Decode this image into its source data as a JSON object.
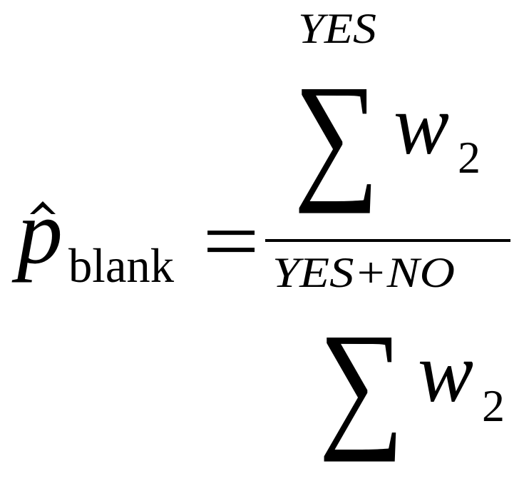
{
  "equation": {
    "lhs": {
      "symbol": "p",
      "accent": "hat",
      "subscript": "blank"
    },
    "relation": "=",
    "numerator": {
      "upper_limit": "YES",
      "operator": "∑",
      "variable": "w",
      "subscript": "2"
    },
    "denominator": {
      "upper_limit": "YES+NO",
      "operator": "∑",
      "variable": "w",
      "subscript": "2"
    }
  },
  "colors": {
    "ink": "#000000",
    "background": "#ffffff"
  }
}
